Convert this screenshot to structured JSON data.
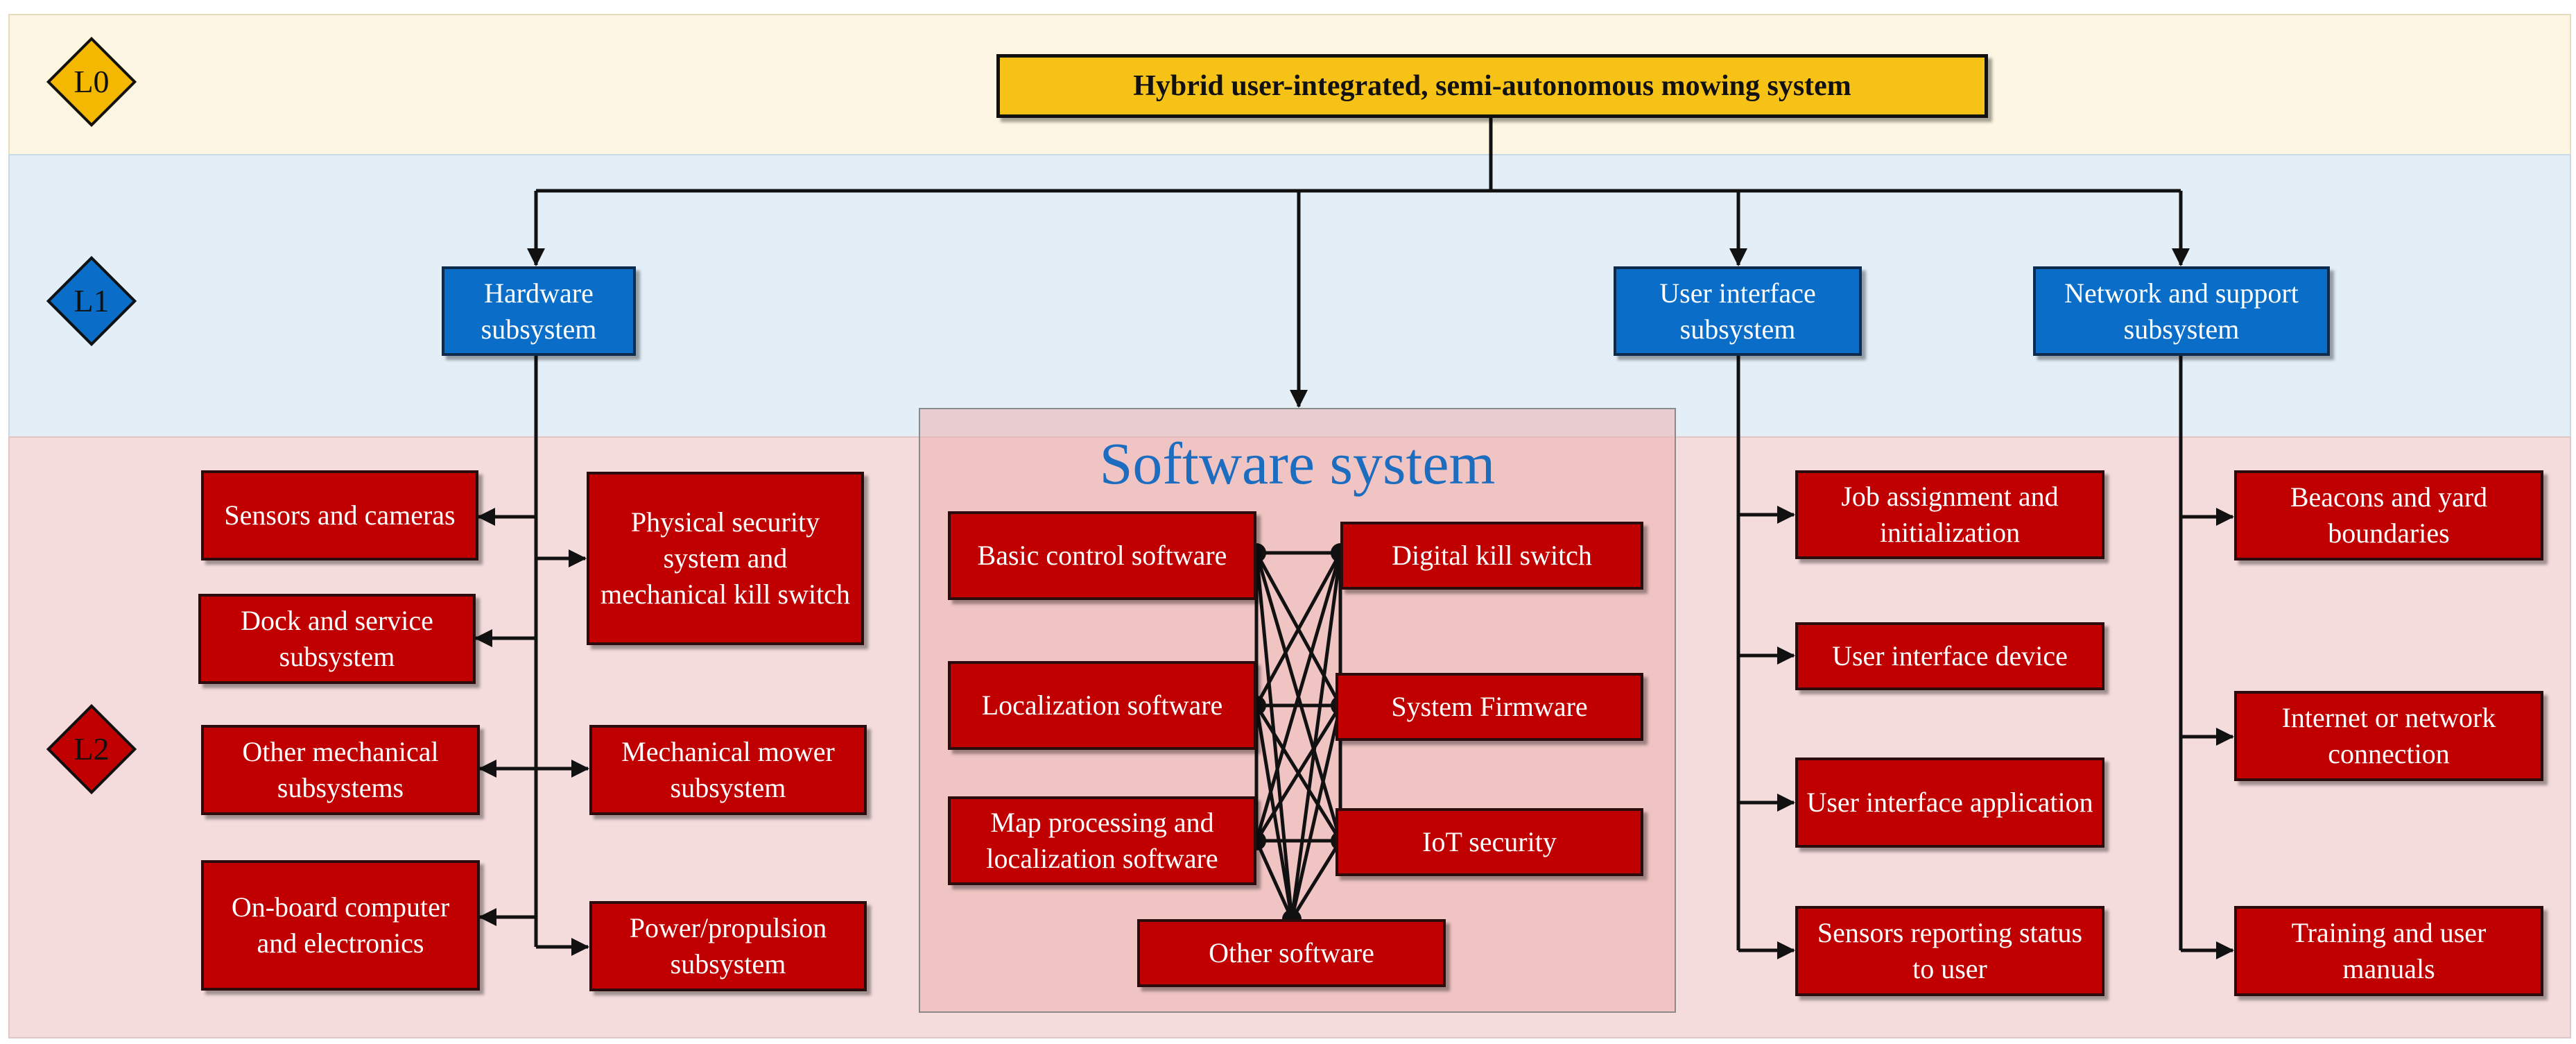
{
  "levels": [
    {
      "label": "L0",
      "color": "#f5b800"
    },
    {
      "label": "L1",
      "color": "#0a6ec8"
    },
    {
      "label": "L2",
      "color": "#c00000"
    }
  ],
  "root": {
    "label": "Hybrid user-integrated, semi-autonomous mowing system"
  },
  "subsystems": {
    "hardware": "Hardware subsystem",
    "software_title": "Software system",
    "user_interface": "User interface subsystem",
    "network": "Network and support subsystem"
  },
  "hardware_components": {
    "sensors": "Sensors and cameras",
    "dock": "Dock and service subsystem",
    "other_mech": "Other mechanical subsystems",
    "onboard": "On-board computer and electronics",
    "physical_security": "Physical security system and mechanical kill switch",
    "mower": "Mechanical mower subsystem",
    "power": "Power/propulsion subsystem"
  },
  "software_components": {
    "basic_control": "Basic control software",
    "localization": "Localization software",
    "map_processing": "Map processing and localization software",
    "kill_switch": "Digital kill switch",
    "firmware": "System Firmware",
    "iot": "IoT security",
    "other": "Other software"
  },
  "ui_components": {
    "job": "Job assignment and initialization",
    "device": "User interface device",
    "app": "User interface application",
    "sensors_status": "Sensors reporting status to user"
  },
  "network_components": {
    "beacons": "Beacons and yard boundaries",
    "internet": "Internet or network connection",
    "training": "Training and user manuals"
  },
  "colors": {
    "root": "#f7c216",
    "level1": "#0a6ec8",
    "level2": "#c00000",
    "band_l0": "#fdf6e3",
    "band_l1": "#e3eef7",
    "band_l2": "#f5dcdc",
    "software_title": "#1c6cbf"
  }
}
